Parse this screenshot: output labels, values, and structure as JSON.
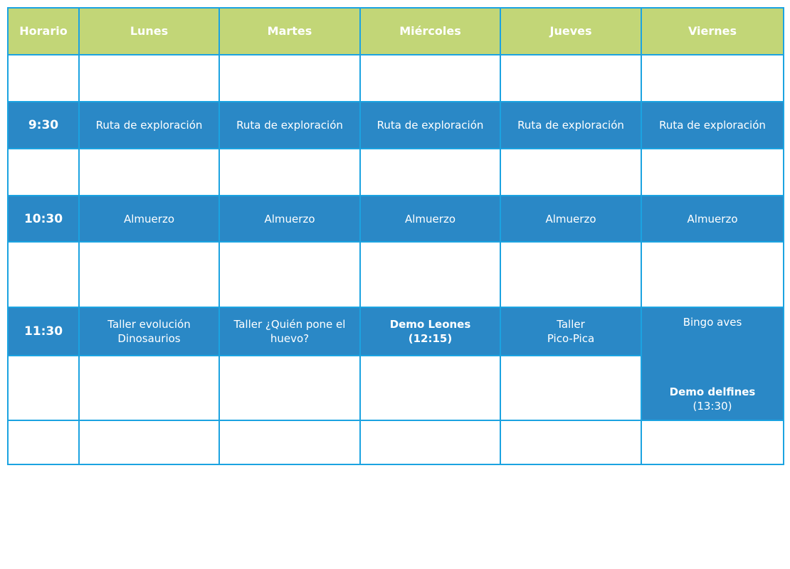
{
  "colors": {
    "header_bg": "#c2d677",
    "slot_bg": "#2a88c6",
    "border": "#1ba3e1"
  },
  "header": [
    "Horario",
    "Lunes",
    "Martes",
    "Miércoles",
    "Jueves",
    "Viernes"
  ],
  "rows": {
    "r930": {
      "time": "9:30",
      "cells": [
        "Ruta de exploración",
        "Ruta de exploración",
        "Ruta de exploración",
        "Ruta de exploración",
        "Ruta de exploración"
      ]
    },
    "r1030": {
      "time": "10:30",
      "cells": [
        "Almuerzo",
        "Almuerzo",
        "Almuerzo",
        "Almuerzo",
        "Almuerzo"
      ]
    },
    "r1130": {
      "time": "11:30",
      "lunes": [
        "Taller evolución",
        "Dinosaurios"
      ],
      "martes": [
        "Taller ¿Quién pone el",
        "huevo?"
      ],
      "miercoles": [
        "Demo Leones",
        "(12:15)"
      ],
      "jueves": [
        "Taller",
        "Pico-Pica"
      ],
      "viernes": {
        "first": "Bingo aves",
        "second_title": "Demo delfines",
        "second_time": "(13:30)"
      }
    }
  }
}
